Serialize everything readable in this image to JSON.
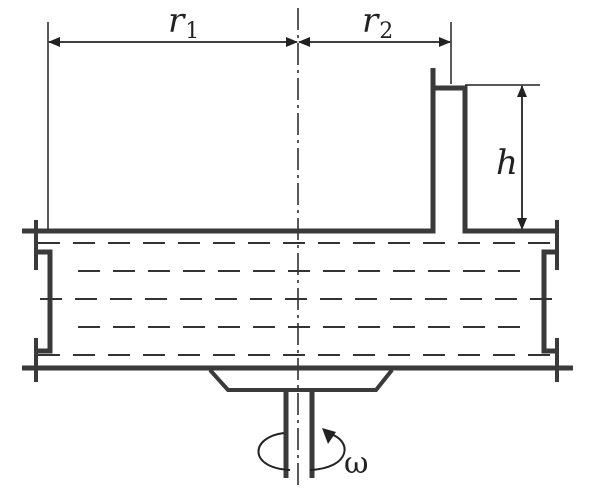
{
  "labels": {
    "r1_main": "r",
    "r1_sub": "1",
    "r2_main": "r",
    "r2_sub": "2",
    "h": "h",
    "omega": "ω"
  },
  "colors": {
    "stroke": "#3a3a3a",
    "line": "#222222"
  }
}
